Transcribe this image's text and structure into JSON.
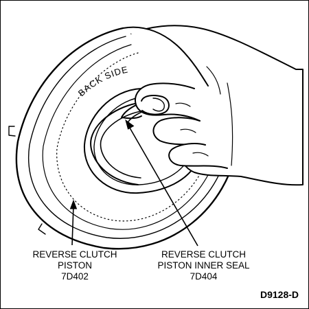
{
  "figure_id": "D9128-D",
  "curved_label": "BACK SIDE",
  "callouts": {
    "piston": {
      "line1": "REVERSE CLUTCH",
      "line2": "PISTON",
      "part_number": "7D402"
    },
    "inner_seal": {
      "line1": "REVERSE CLUTCH",
      "line2": "PISTON INNER SEAL",
      "part_number": "7D404"
    }
  }
}
